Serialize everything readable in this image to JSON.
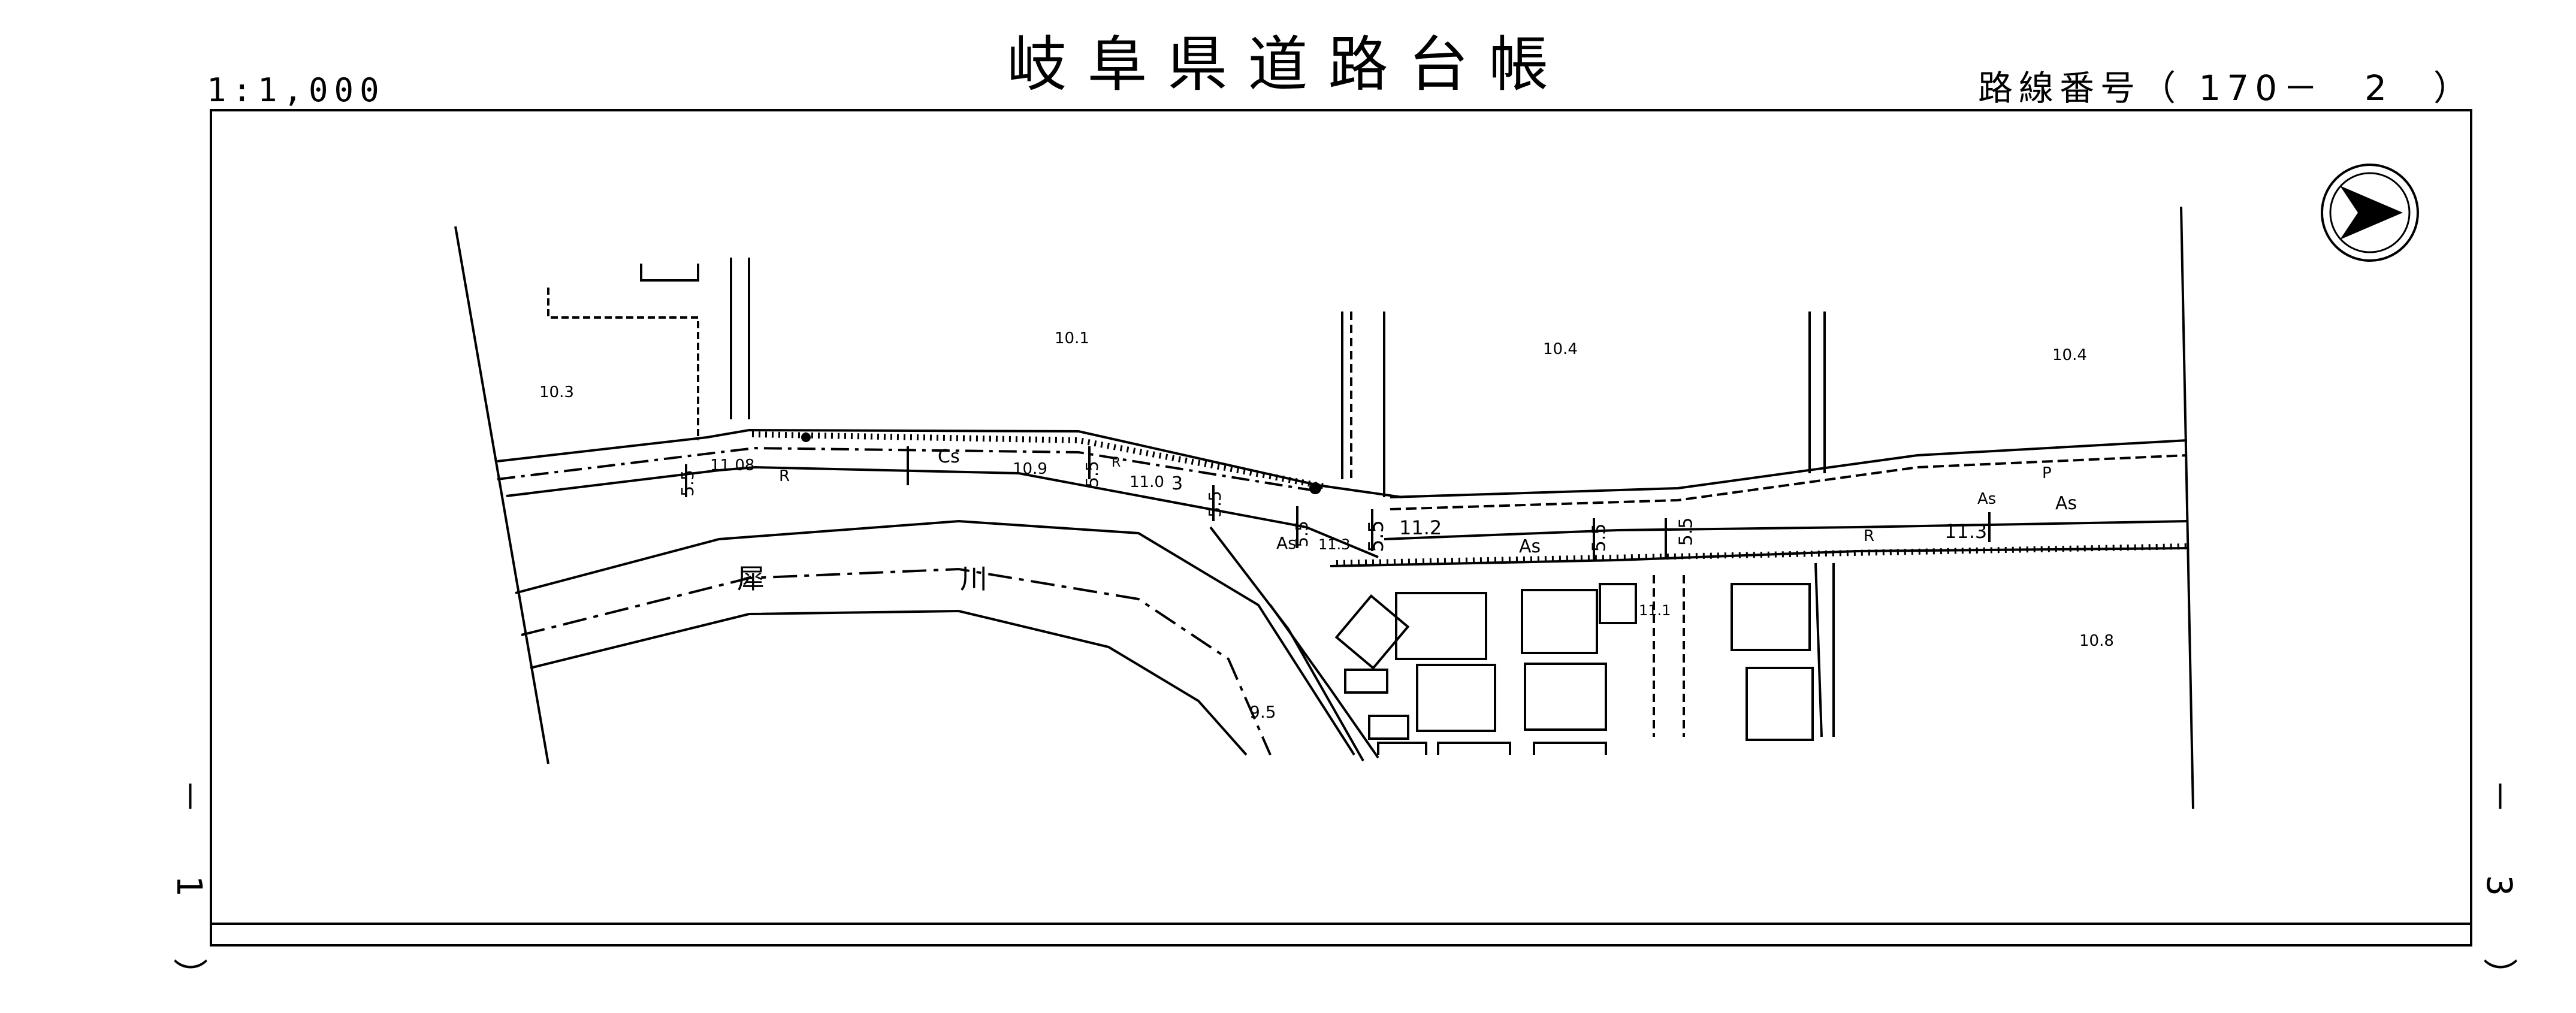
{
  "header": {
    "title": "岐阜県道路台帳",
    "scale": "1:1,000",
    "route_number": "路線番号（ 170－　2　）"
  },
  "margins": {
    "left_sheet": "－ 1 ）",
    "right_sheet": "－ 3 ）"
  },
  "map": {
    "north_arrow_icon": "north-arrow-icon",
    "river_label": "犀　川",
    "elevations": [
      "10.3",
      "10.1",
      "10.4",
      "10.4",
      "10.8",
      "10.9",
      "11.08",
      "11.0",
      "11.2",
      "11.3",
      "11.3",
      "11.1",
      "9.5"
    ],
    "widths": [
      "5.5",
      "5.5",
      "5.5",
      "5.5",
      "5.5",
      "5.5",
      "5.5"
    ],
    "pavement_labels": [
      "As",
      "As",
      "As",
      "As",
      "Cs"
    ],
    "misc_labels": [
      "R",
      "R",
      "R",
      "R",
      "P",
      "3"
    ],
    "colors": {
      "ink": "#000000",
      "paper": "#ffffff"
    }
  }
}
